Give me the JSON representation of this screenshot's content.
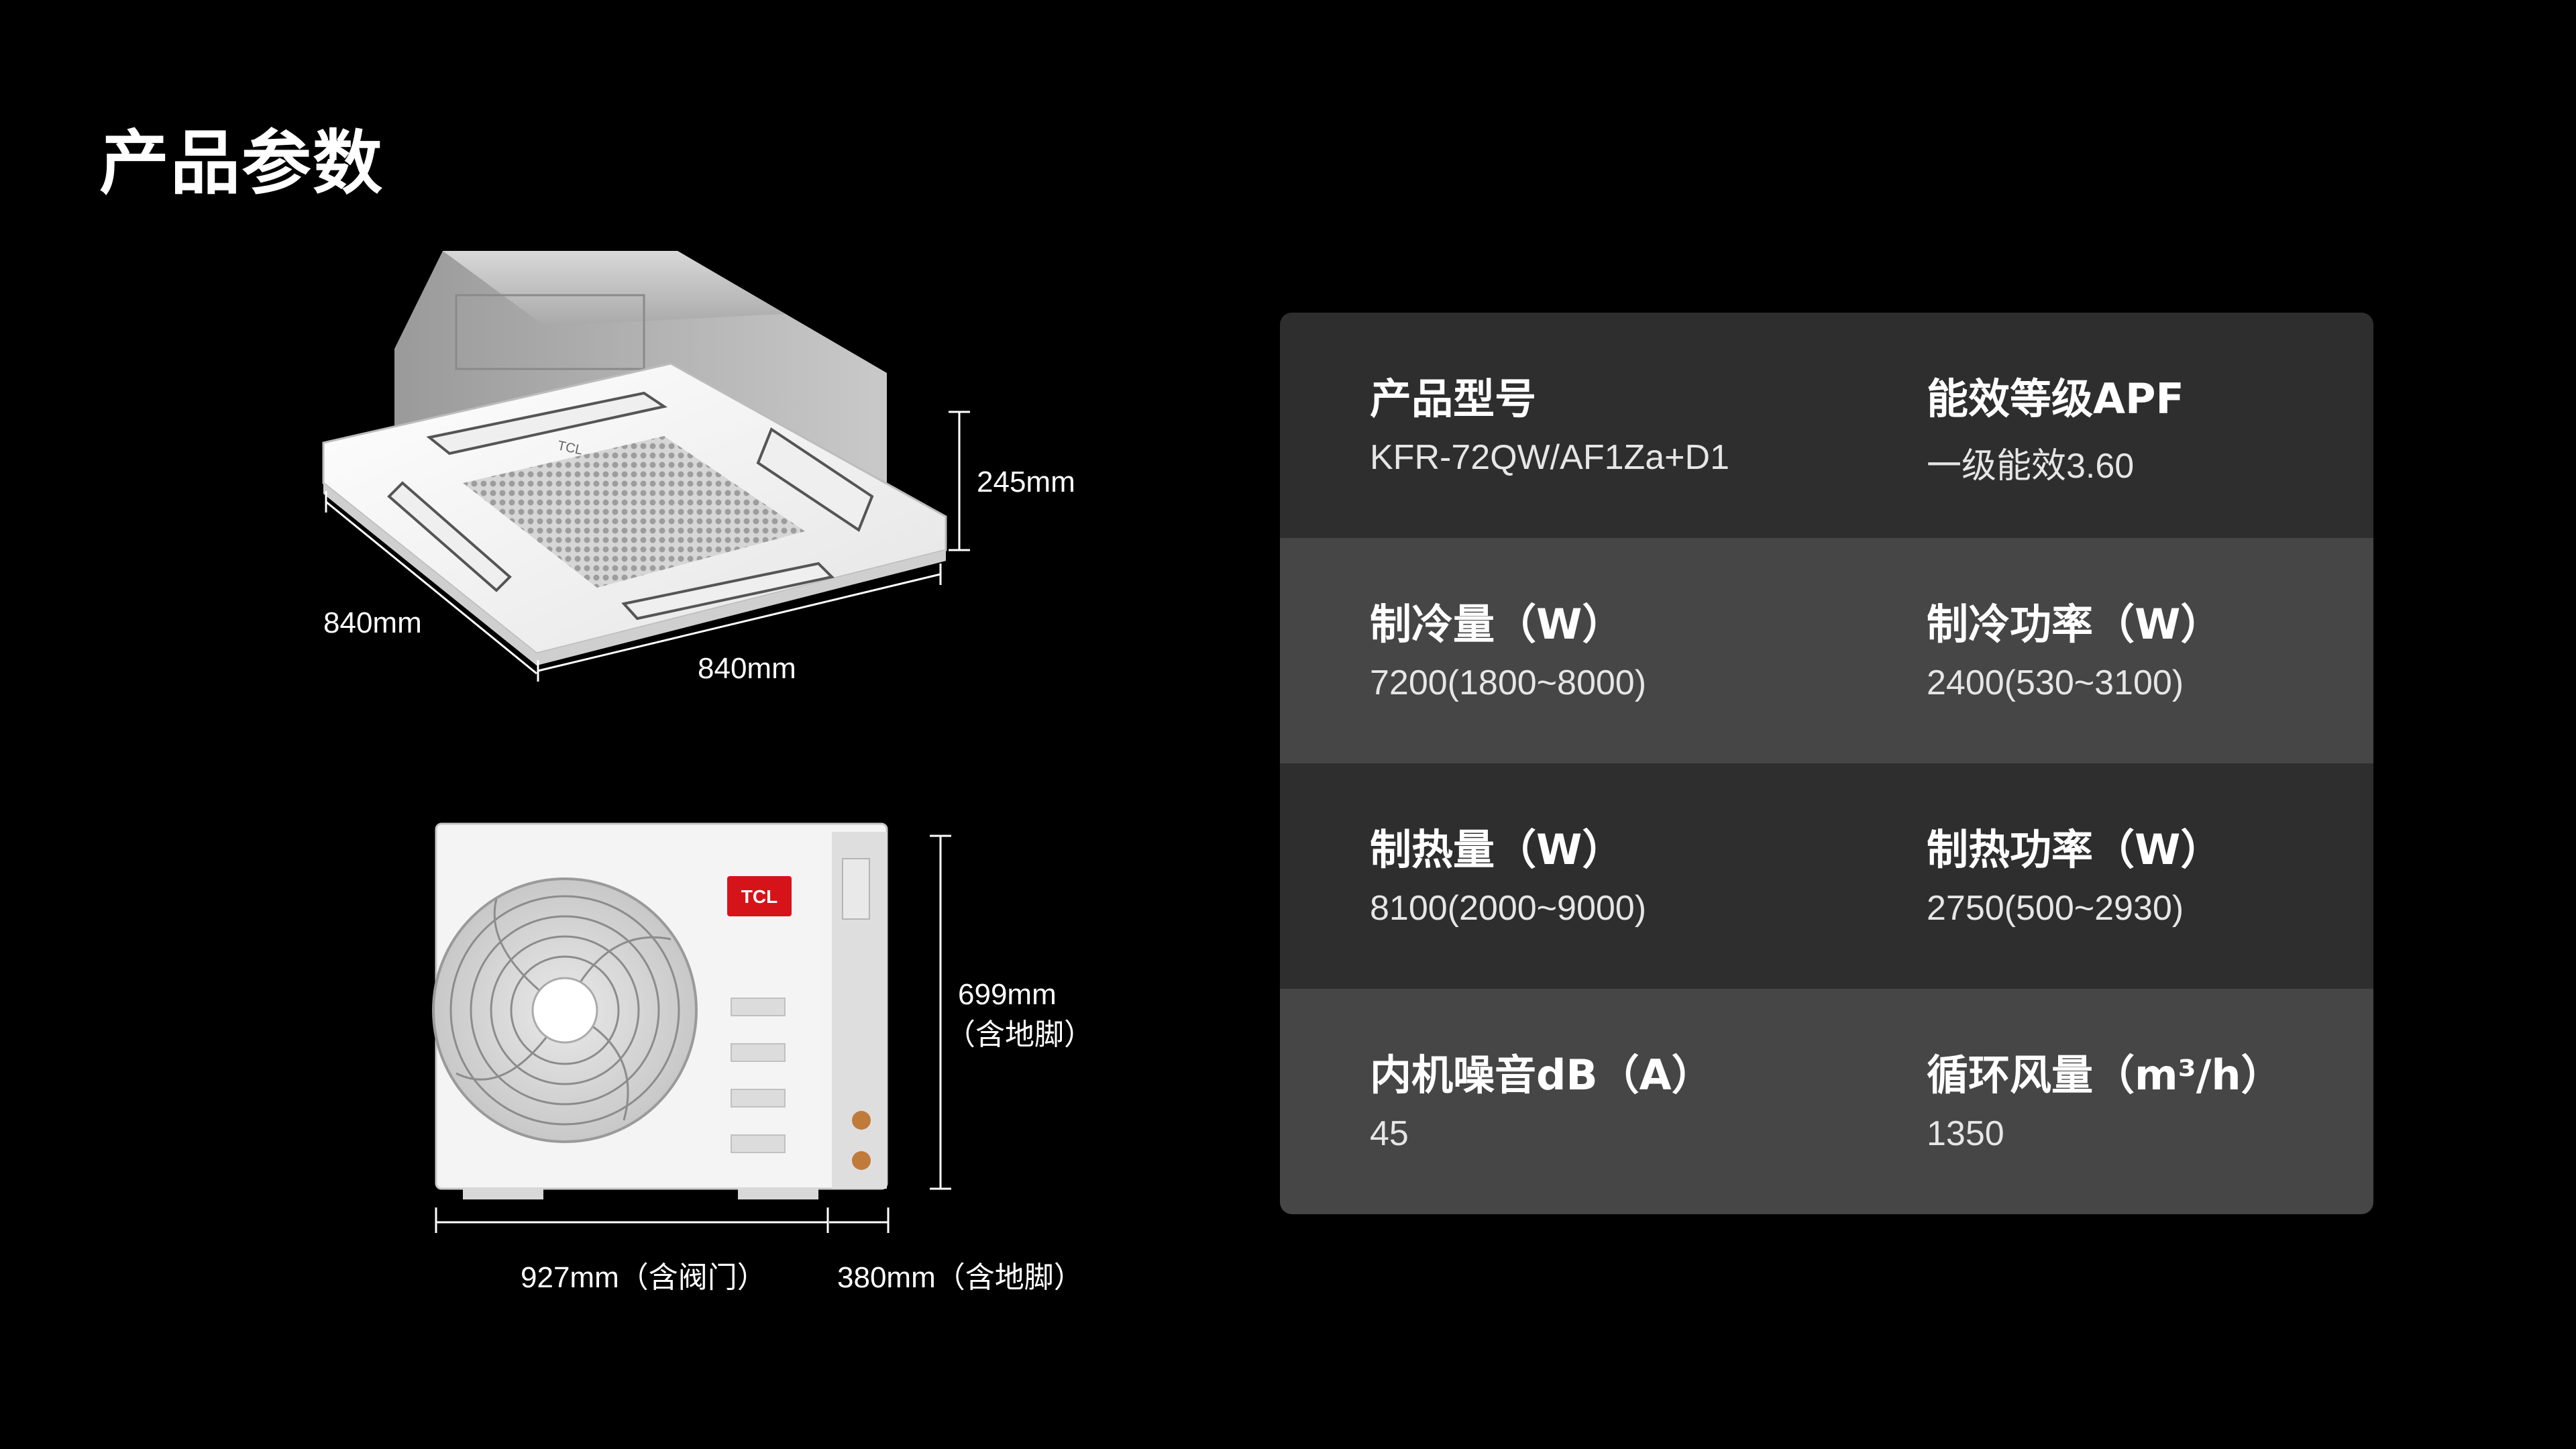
{
  "page": {
    "title": "产品参数"
  },
  "indoor_unit": {
    "height_label": "245mm",
    "depth_label": "840mm",
    "width_label": "840mm",
    "logo_text": "TCL"
  },
  "outdoor_unit": {
    "height_label": "699mm",
    "height_note": "（含地脚）",
    "width_label": "927mm（含阀门）",
    "depth_label": "380mm（含地脚）",
    "logo_text": "TCL"
  },
  "specs": {
    "rows": [
      {
        "left": {
          "label": "产品型号",
          "value": "KFR-72QW/AF1Za+D1"
        },
        "right": {
          "label": "能效等级APF",
          "value": "一级能效3.60"
        }
      },
      {
        "left": {
          "label": "制冷量（W）",
          "value": "7200(1800~8000)"
        },
        "right": {
          "label": "制冷功率（W）",
          "value": "2400(530~3100)"
        }
      },
      {
        "left": {
          "label": "制热量（W）",
          "value": "8100(2000~9000)"
        },
        "right": {
          "label": "制热功率（W）",
          "value": "2750(500~2930)"
        }
      },
      {
        "left": {
          "label": "内机噪音dB（A）",
          "value": "45"
        },
        "right": {
          "label": "循环风量（m³/h）",
          "value": "1350"
        }
      }
    ]
  },
  "colors": {
    "background": "#000000",
    "panel_dark": "#2e2e2e",
    "panel_light": "#464646",
    "brand_red": "#d7131a"
  }
}
